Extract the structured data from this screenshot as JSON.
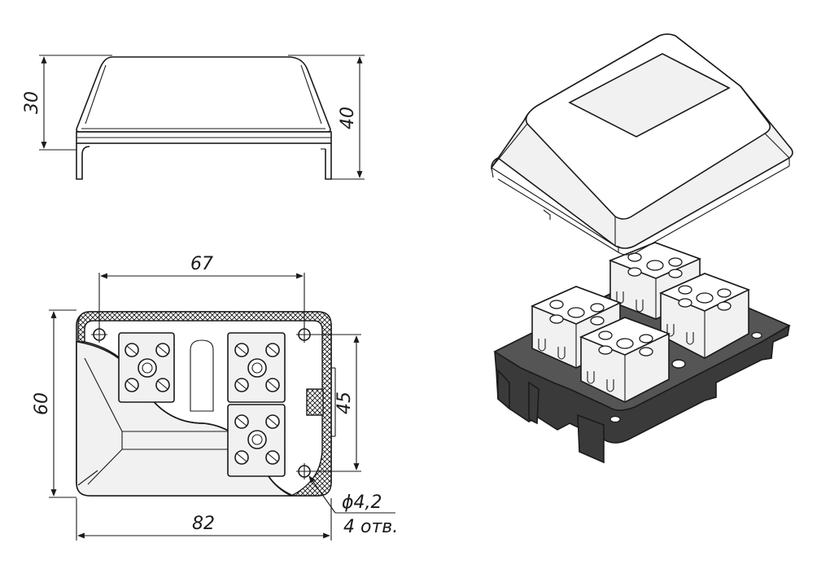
{
  "dimensions": {
    "side_height": "30",
    "side_total_height": "40",
    "top_hole_spacing": "67",
    "plan_height": "60",
    "plan_hole_spacing_vertical": "45",
    "plan_width": "82",
    "hole_diameter": "ϕ4,2",
    "hole_count": "4 отв."
  },
  "colors": {
    "line": "#1a1a1a",
    "body_fill": "#f1f1f1",
    "base_plate": "#555555",
    "hatch": "#1a1a1a"
  }
}
